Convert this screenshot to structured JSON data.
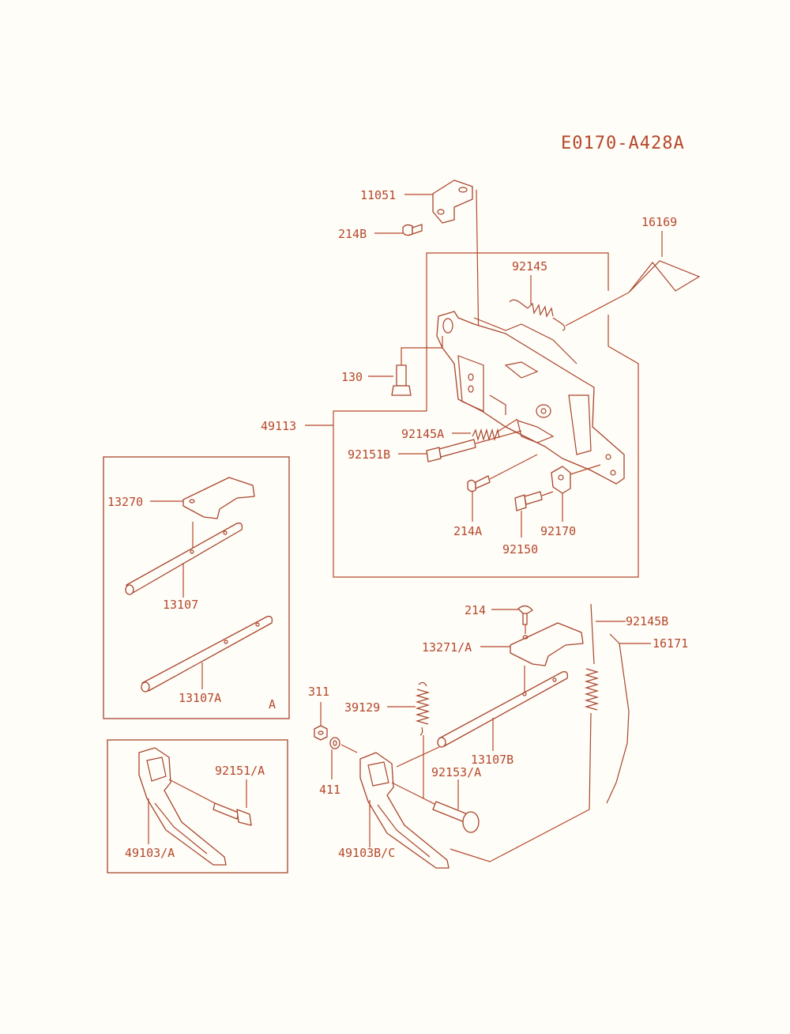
{
  "diagram_code": "E0170-A428A",
  "section_letter": "A",
  "colors": {
    "line": "#b5472a",
    "background": "#fffdf8"
  },
  "labels": {
    "p11051": "11051",
    "p214B": "214B",
    "p16169": "16169",
    "p92145": "92145",
    "p130": "130",
    "p49113": "49113",
    "p92145A": "92145A",
    "p92151B": "92151B",
    "p214A": "214A",
    "p92170": "92170",
    "p92150": "92150",
    "p13270": "13270",
    "p13107": "13107",
    "p13107A": "13107A",
    "p214": "214",
    "p92145B": "92145B",
    "p16171": "16171",
    "p13271A": "13271/A",
    "p311": "311",
    "p39129": "39129",
    "p13107B": "13107B",
    "p411": "411",
    "p92153A": "92153/A",
    "p49103BC": "49103B/C",
    "p92151A": "92151/A",
    "p49103A": "49103/A"
  }
}
